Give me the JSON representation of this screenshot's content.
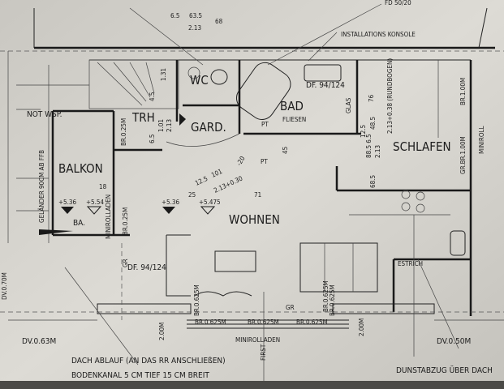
{
  "header": {
    "top_dims": [
      "6.5",
      "63.5",
      "68"
    ],
    "top_sub": "2.13",
    "fd": "FD 50/20",
    "installations": "INSTALLATIONS KONSOLE"
  },
  "rooms": {
    "wc": "WC",
    "bad": "BAD",
    "fliesen": "FLIESEN",
    "trh": "TRH",
    "gard": "GARD.",
    "schlafen": "SCHLAFEN",
    "balkon": "BALKON",
    "wohnen": "WOHNEN",
    "estrich": "ESTRICH",
    "not_wsp": "NOT WSP.",
    "ba": "BA."
  },
  "annotations": {
    "df_bad": "DF. 94/124",
    "df_wohnen": "DF. 94/124",
    "glas": "GLAS",
    "d76": "76",
    "rundbogen": "2.13+0.38 (RUNDBOGEN)",
    "br100": "BR.1.00M",
    "miniroll": "MINIROLL",
    "gr_br100": "GR.BR.1.00M",
    "br025a": "BR.0.25M",
    "br025b": "BR.0.25M",
    "d65": "6.5",
    "d101": "1.01",
    "d213": "2.13",
    "d131": "1.31",
    "d45a": "4.5",
    "pt1": "PT",
    "pt2": "PT",
    "d45": "45",
    "d885": "88.5 6.5",
    "d213b": "2.13",
    "d685": "68.5",
    "d485": "48.5",
    "d125": "12.5",
    "gelaender": "GELÄNDER 90CM AB FFB",
    "d18": "18",
    "d125b": "12.5",
    "d101b": "101",
    "d213c": "2.13+0.30",
    "dm20": "-20",
    "d25": "25",
    "d71": "71",
    "miniroll_balkon": "MINIROLLADEN",
    "lvl1": "+5.36",
    "lvl2": "+5.54",
    "lvl3": "+5.36",
    "lvl4": "+5.475",
    "dv070": "DV.0.70M",
    "dv063": "DV.0.63M",
    "dv050": "DV.0.50M",
    "br0625a": "BR.0.625M",
    "br0625b": "BR.0.625M",
    "br0625c": "BR.0.625M",
    "br0625d": "BR.0.625M",
    "br0625e": "BR.0.625M",
    "br0625f": "BR.0.625M",
    "gr": "GR",
    "gr2": "GR",
    "minirolladen": "MINIROLLADEN",
    "first": "FIRST",
    "h200a": "2.00M",
    "h200b": "2.00M"
  },
  "notes": {
    "dach1": "DACH ABLAUF (AN DAS RR ANSCHLIEßEN)",
    "dach2": "BODENKANAL 5 CM TIEF 15 CM BREIT",
    "dunst": "DUNSTABZUG ÜBER DACH"
  }
}
